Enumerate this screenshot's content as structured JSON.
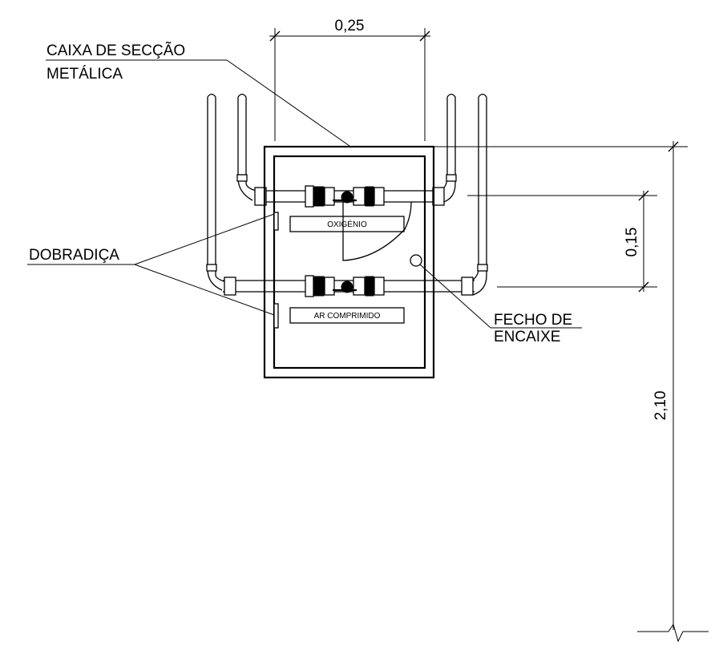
{
  "labels": {
    "box_line1": "CAIXA DE SECÇÃO",
    "box_line2": "METÁLICA",
    "hinge": "DOBRADIÇA",
    "latch_line1": "FECHO DE",
    "latch_line2": "ENCAIXE",
    "oxygen_plate": "OXIGÉNIO",
    "air_plate": "AR COMPRIMIDO"
  },
  "dimensions": {
    "box_width": "0,25",
    "valve_spacing": "0,15",
    "mount_height": "2,10"
  }
}
